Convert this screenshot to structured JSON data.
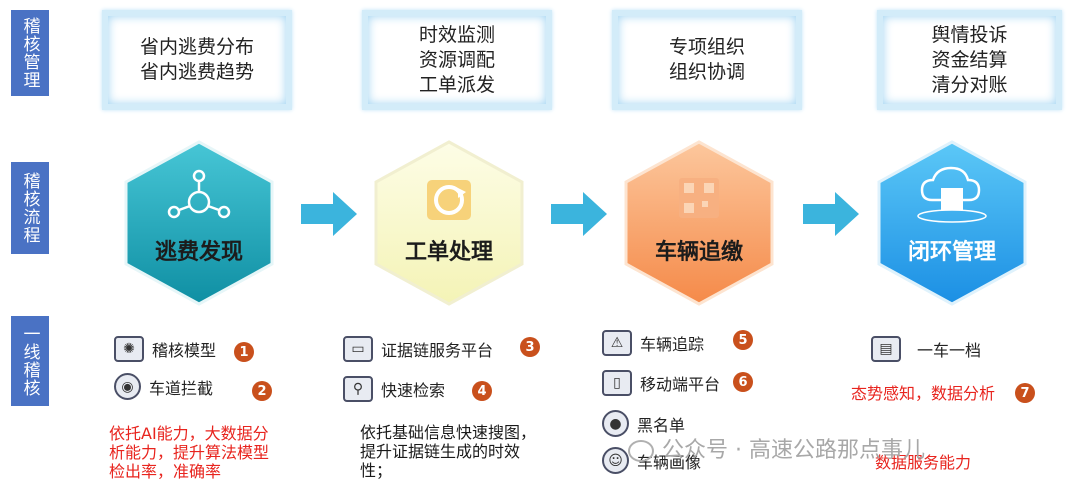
{
  "side_tabs": [
    "稽核管理",
    "稽核流程",
    "一线稽核"
  ],
  "management": [
    {
      "lines": [
        "省内逃费分布",
        "省内逃费趋势"
      ]
    },
    {
      "lines": [
        "时效监测",
        "资源调配",
        "工单派发"
      ]
    },
    {
      "lines": [
        "专项组织",
        "组织协调"
      ]
    },
    {
      "lines": [
        "舆情投诉",
        "资金结算",
        "清分对账"
      ]
    }
  ],
  "process": [
    {
      "label": "逃费发现",
      "icon": "network-icon",
      "colors": {
        "top": "#47c6d6",
        "bottom": "#0f8fa3"
      }
    },
    {
      "label": "工单处理",
      "icon": "refresh-icon",
      "colors": {
        "top": "#fdfde6",
        "bottom": "#f4f3b6"
      }
    },
    {
      "label": "车辆追缴",
      "icon": "qrcode-icon",
      "colors": {
        "top": "#fcc79d",
        "bottom": "#f58a49"
      }
    },
    {
      "label": "闭环管理",
      "icon": "cloud-icon",
      "colors": {
        "top": "#5cc8f7",
        "bottom": "#1b8fe4"
      }
    }
  ],
  "frontline": {
    "col1": {
      "items": [
        {
          "label": "稽核模型",
          "num": "1",
          "icon": "ai-brain-icon"
        },
        {
          "label": "车道拦截",
          "num": "2",
          "icon": "camera-icon"
        }
      ],
      "note": [
        "依托AI能力，大数据分",
        "析能力，提升算法模型",
        "检出率，准确率"
      ]
    },
    "col2": {
      "items": [
        {
          "label": "证据链服务平台",
          "num": "3",
          "icon": "monitor-icon"
        },
        {
          "label": "快速检索",
          "num": "4",
          "icon": "search-network-icon"
        }
      ],
      "note": [
        "依托基础信息快速搜图，",
        "提升证据链生成的时效",
        "性；"
      ]
    },
    "col3": {
      "items": [
        {
          "label": "车辆追踪",
          "num": "5",
          "icon": "alarm-icon"
        },
        {
          "label": "移动端平台",
          "num": "6",
          "icon": "mobile-icon"
        },
        {
          "label": "黑名单",
          "icon": "blacklist-icon"
        },
        {
          "label": "车辆画像",
          "icon": "portrait-icon"
        }
      ]
    },
    "col4": {
      "items": [
        {
          "label": "一车一档",
          "icon": "archive-icon"
        }
      ],
      "note": [
        "态势感知，数据分析"
      ],
      "note_num": "7",
      "extra": "数据服务能力"
    }
  },
  "watermark": "公众号 · 高速公路那点事儿",
  "colors": {
    "tab": "#4a72c4",
    "badge": "#c9501c",
    "red_text": "#e8241e",
    "arrow": "#3bb4dd"
  }
}
